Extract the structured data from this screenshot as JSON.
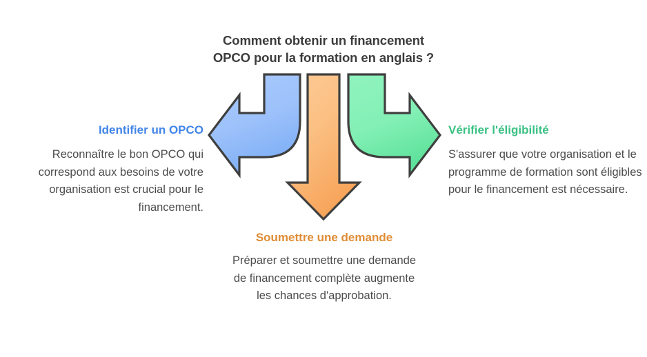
{
  "diagram": {
    "type": "three-way-branch-arrow-diagram",
    "background_color": "#ffffff",
    "title": {
      "line1": "Comment obtenir un financement",
      "line2": "OPCO pour la formation en anglais ?",
      "color": "#3c3c3c"
    },
    "arrows": {
      "left": {
        "icon_name": "curved-arrow-left",
        "fill_color": "#9dc1fa",
        "fill_color_dark": "#85b2f6",
        "stroke_color": "#3f3f3f",
        "direction": "left"
      },
      "center": {
        "icon_name": "arrow-down",
        "fill_color": "#fbc083",
        "fill_color_dark": "#f8a95f",
        "stroke_color": "#3f3f3f",
        "direction": "down"
      },
      "right": {
        "icon_name": "curved-arrow-right",
        "fill_color": "#83f0b5",
        "fill_color_dark": "#62e39e",
        "stroke_color": "#3f3f3f",
        "direction": "right"
      }
    },
    "branches": [
      {
        "id": "identifier-un-opco",
        "position": "left",
        "heading": "Identifier un OPCO",
        "heading_color": "#4285e8",
        "body": "Reconnaître le bon OPCO qui correspond aux besoins de votre organisation est crucial pour le financement.",
        "body_color": "#4b4b4b"
      },
      {
        "id": "soumettre-une-demande",
        "position": "bottom",
        "heading": "Soumettre une demande",
        "heading_color": "#e08c34",
        "body": "Préparer et soumettre une demande de financement complète augmente les chances d'approbation.",
        "body_color": "#4b4b4b"
      },
      {
        "id": "verifier-l-eligibilite",
        "position": "right",
        "heading": "Vérifier l'éligibilité",
        "heading_color": "#3bc184",
        "body": "S'assurer que votre organisation et le programme de formation sont éligibles pour le financement est nécessaire.",
        "body_color": "#4b4b4b"
      }
    ]
  }
}
